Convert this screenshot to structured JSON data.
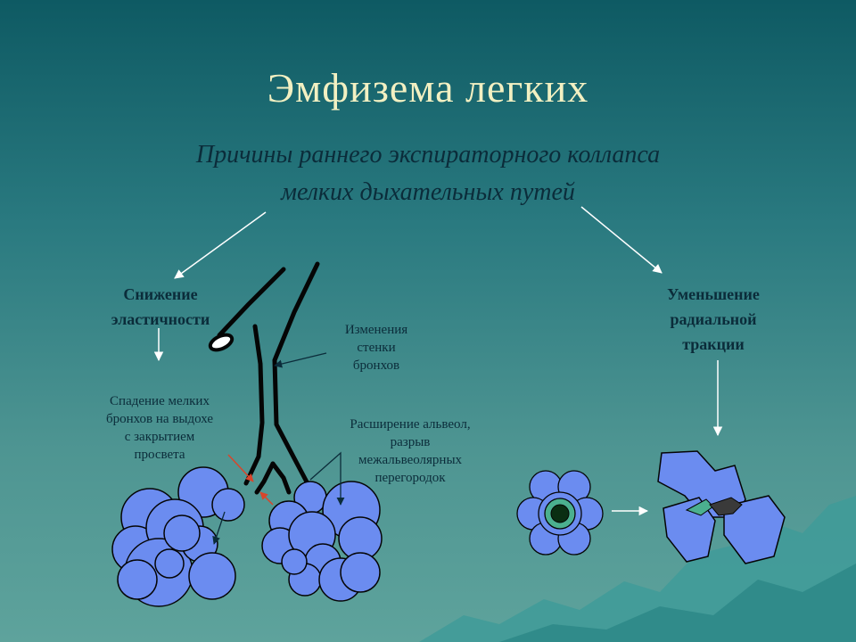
{
  "slide": {
    "title": "Эмфизема легких",
    "subtitle_line1": "Причины раннего экспираторного коллапса",
    "subtitle_line2": "мелких дыхательных путей",
    "left_heading_line1": "Снижение",
    "left_heading_line2": "эластичности",
    "right_heading_line1": "Уменьшение",
    "right_heading_line2": "радиальной",
    "right_heading_line3": "тракции",
    "collapse_line1": "Спадение мелких",
    "collapse_line2": "бронхов на выдохе",
    "collapse_line3": "с закрытием",
    "collapse_line4": "просвета",
    "wall_line1": "Изменения",
    "wall_line2": "стенки",
    "wall_line3": "бронхов",
    "alveoli_line1": "Расширение альвеол,",
    "alveoli_line2": "разрыв",
    "alveoli_line3": "межальвеолярных",
    "alveoli_line4": "перегородок"
  },
  "colors": {
    "title": "#f2f0c2",
    "text": "#0b2c3a",
    "alveoli": "#6b8cf0",
    "arrow": "#ffffff",
    "red_arrow": "#d8452b",
    "mountains": "#3f9b99"
  }
}
